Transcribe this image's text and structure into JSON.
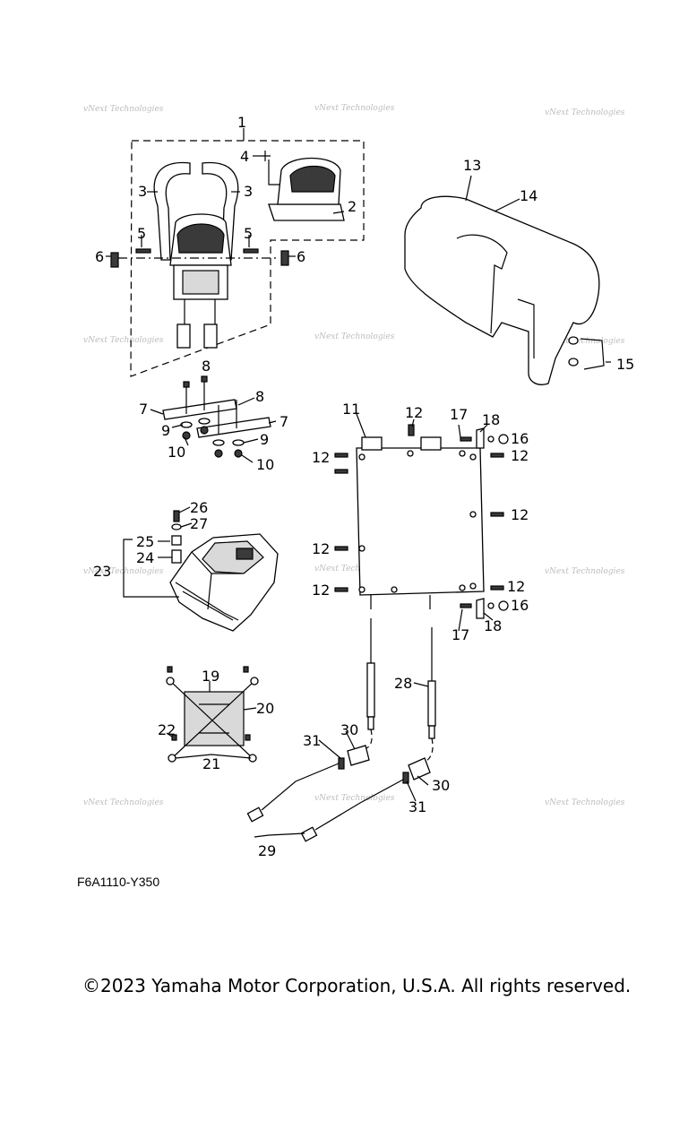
{
  "diagram": {
    "code": "F6A1110-Y350",
    "copyright": "©2023 Yamaha Motor Corporation, U.S.A. All rights reserved.",
    "watermark": "vNext Technologies",
    "callouts": {
      "c1": "1",
      "c2": "2",
      "c3a": "3",
      "c3b": "3",
      "c4": "4",
      "c5a": "5",
      "c5b": "5",
      "c6a": "6",
      "c6b": "6",
      "c7a": "7",
      "c7b": "7",
      "c8a": "8",
      "c8b": "8",
      "c9a": "9",
      "c9b": "9",
      "c10a": "10",
      "c10b": "10",
      "c11": "11",
      "c12a": "12",
      "c12b": "12",
      "c12c": "12",
      "c12d": "12",
      "c12e": "12",
      "c12f": "12",
      "c12g": "12",
      "c13": "13",
      "c14": "14",
      "c15": "15",
      "c16a": "16",
      "c16b": "16",
      "c17a": "17",
      "c17b": "17",
      "c18a": "18",
      "c18b": "18",
      "c19": "19",
      "c20": "20",
      "c21": "21",
      "c22": "22",
      "c23": "23",
      "c24": "24",
      "c25": "25",
      "c26": "26",
      "c27": "27",
      "c28": "28",
      "c29": "29",
      "c30a": "30",
      "c30b": "30",
      "c31a": "31",
      "c31b": "31"
    }
  }
}
